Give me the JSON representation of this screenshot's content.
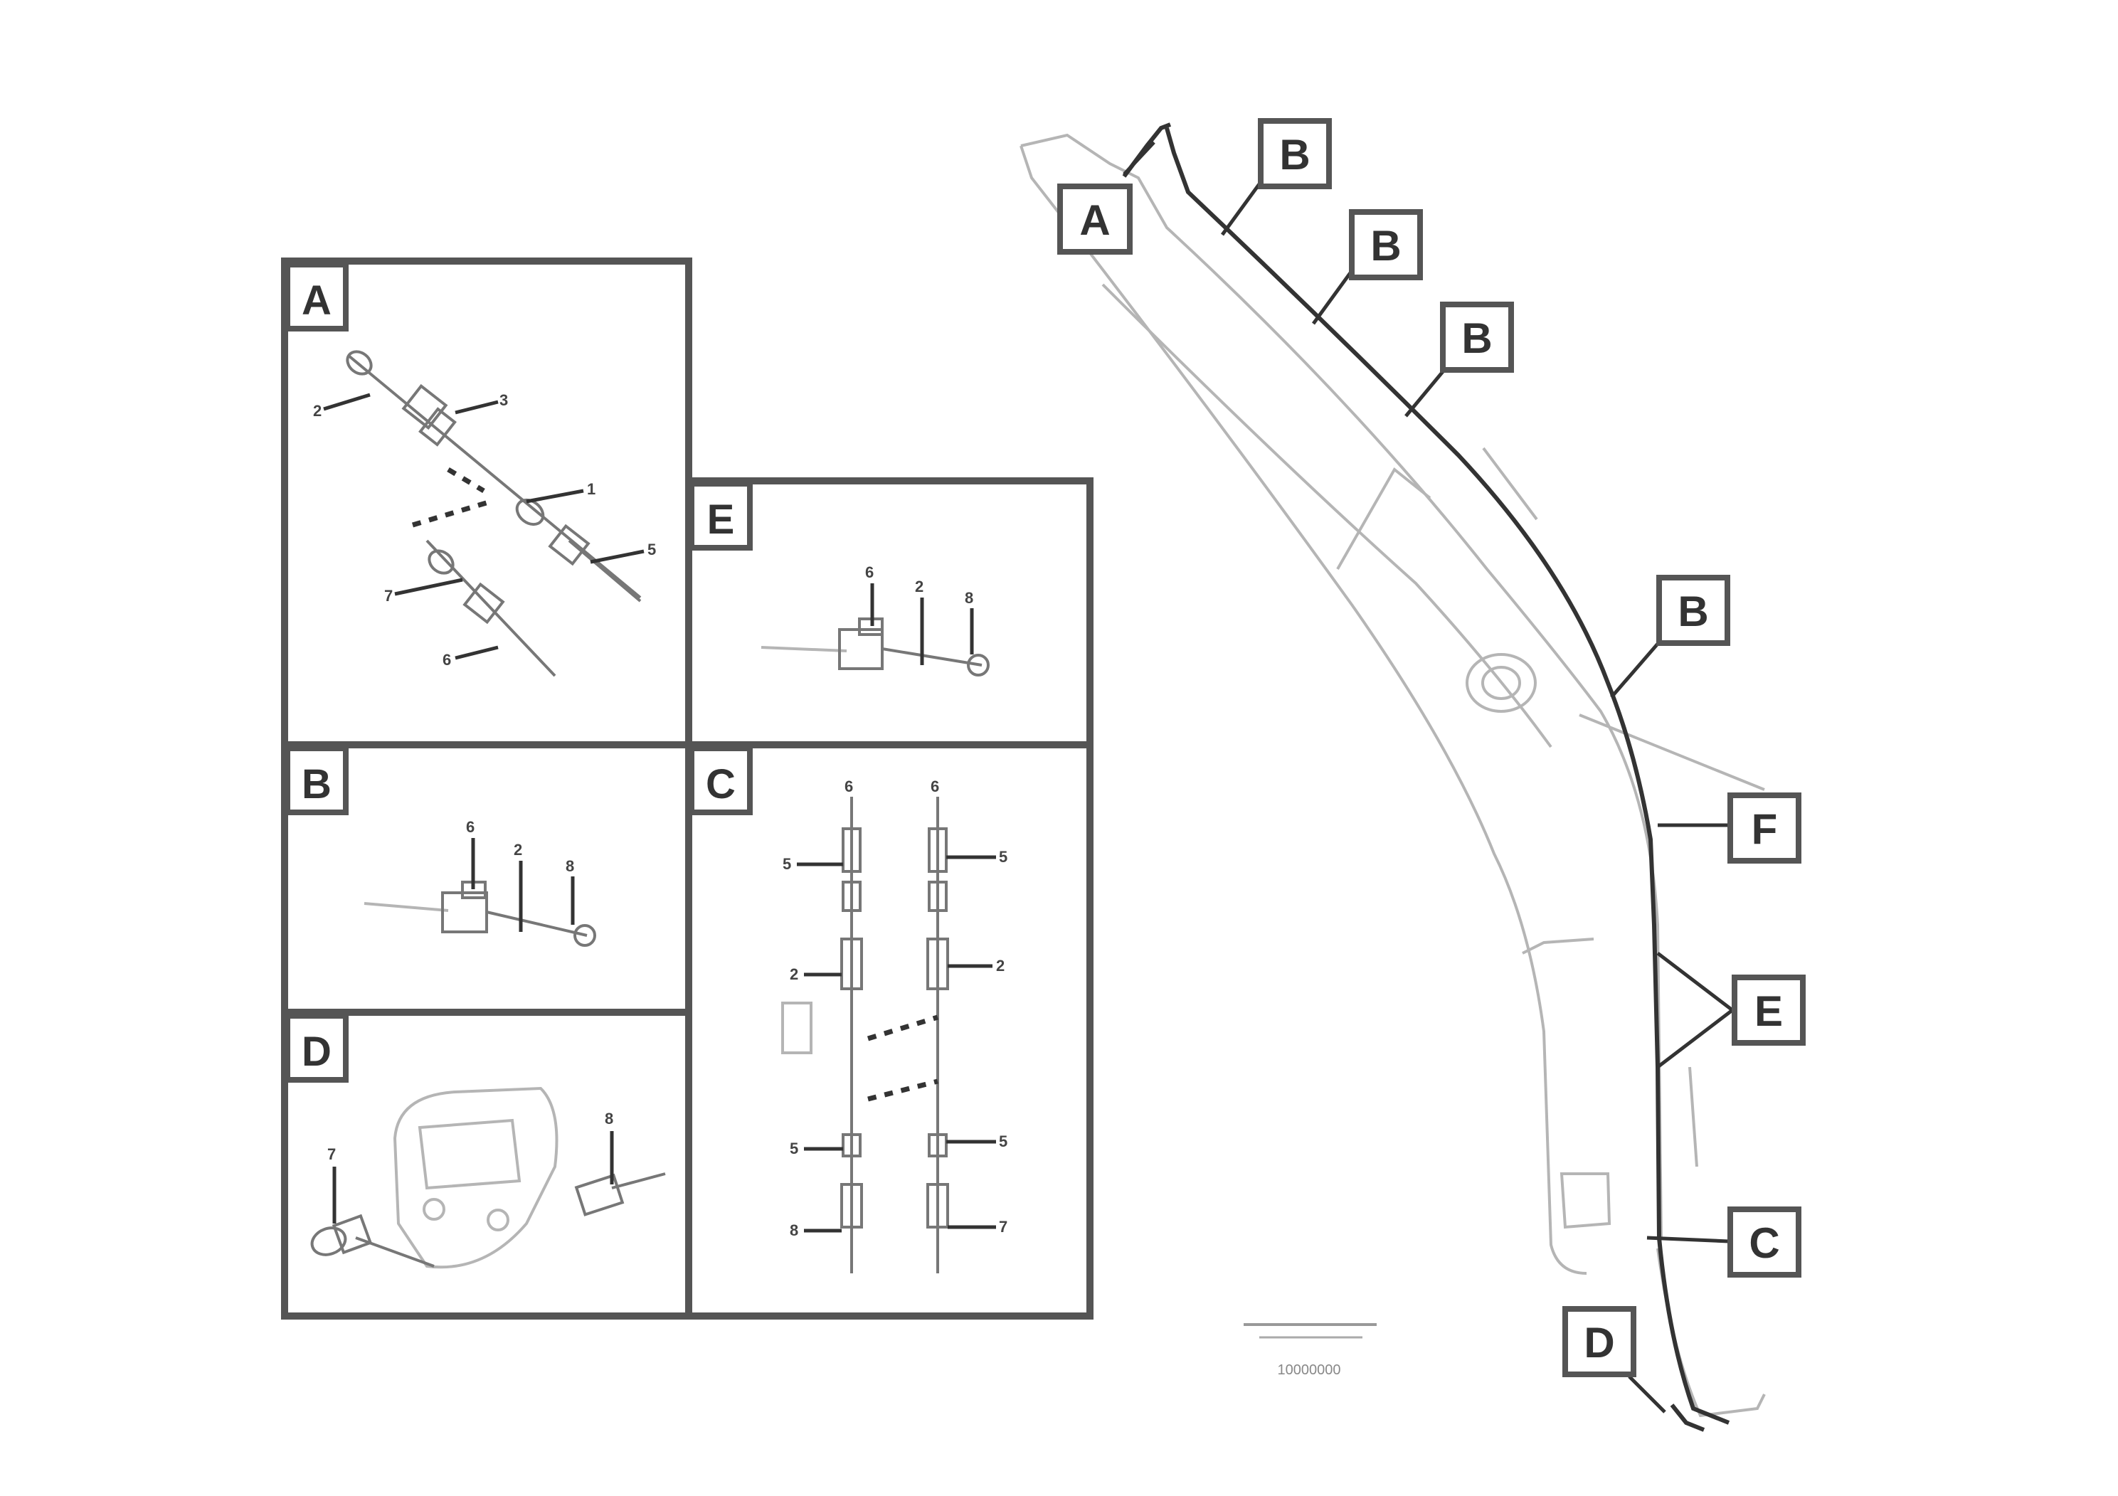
{
  "detail_panels": {
    "a": "A",
    "e": "E",
    "b": "B",
    "c": "C",
    "d": "D"
  },
  "callouts": {
    "a": "A",
    "b1": "B",
    "b2": "B",
    "b3": "B",
    "b4": "B",
    "f": "F",
    "e": "E",
    "c": "C",
    "d": "D"
  },
  "part_numbers": {
    "a_1": "2",
    "a_2": "3",
    "a_3": "1",
    "a_4": "5",
    "a_5": "7",
    "a_6": "6",
    "e_1": "6",
    "e_2": "2",
    "e_3": "8",
    "b_1": "6",
    "b_2": "2",
    "b_3": "8",
    "c_1": "6",
    "c_2": "6",
    "c_3": "5",
    "c_4": "5",
    "c_5": "2",
    "c_6": "2",
    "c_7": "5",
    "c_8": "5",
    "c_9": "8",
    "c_10": "7",
    "d_1": "7",
    "d_2": "8"
  },
  "drawing_id": "10000000",
  "colors": {
    "line": "#333333",
    "panel_border": "#555555",
    "faint": "#b5b5b5",
    "background": "#ffffff"
  }
}
